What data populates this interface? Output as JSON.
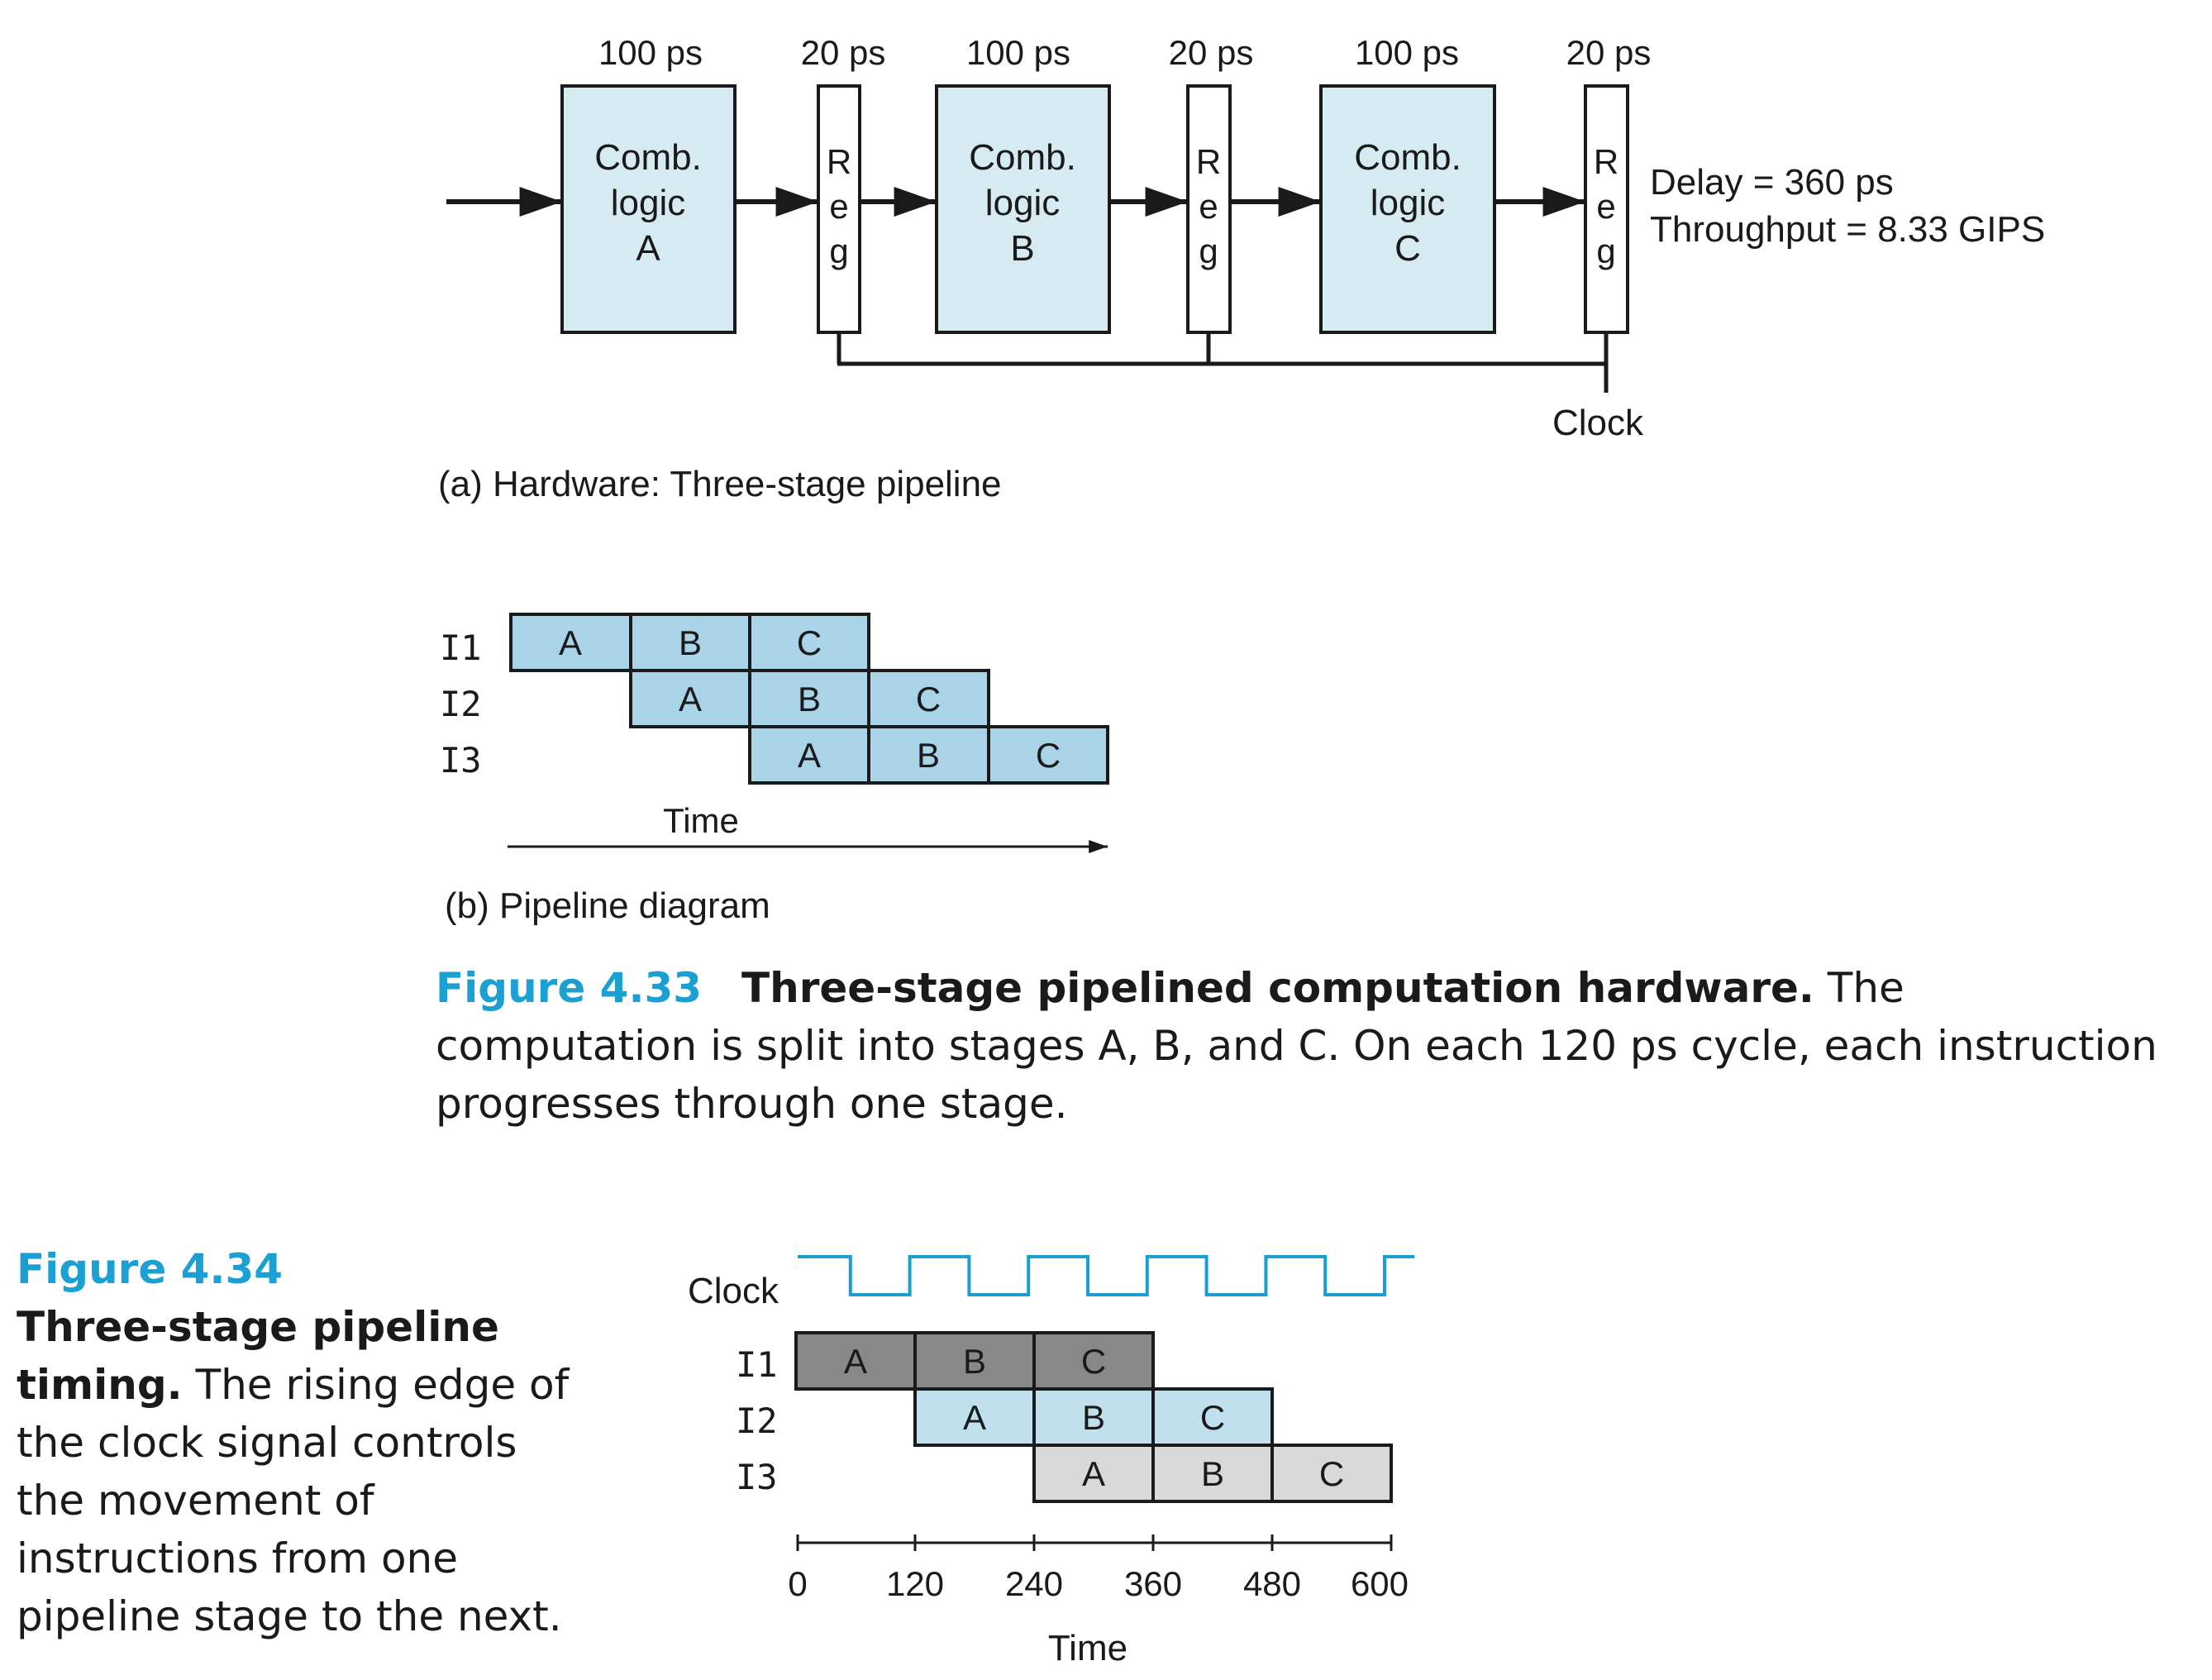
{
  "fig433": {
    "hardware": {
      "stage_delays": [
        "100 ps",
        "20 ps",
        "100 ps",
        "20 ps",
        "100 ps",
        "20 ps"
      ],
      "logic_blocks": [
        {
          "lines": [
            "Comb.",
            "logic",
            "A"
          ]
        },
        {
          "lines": [
            "Comb.",
            "logic",
            "B"
          ]
        },
        {
          "lines": [
            "Comb.",
            "logic",
            "C"
          ]
        }
      ],
      "reg_letters": [
        "R",
        "e",
        "g"
      ],
      "delay_text": "Delay = 360 ps",
      "throughput_text": "Throughput = 8.33 GIPS",
      "clock_label": "Clock",
      "subcaption": "(a) Hardware: Three-stage pipeline"
    },
    "diagram": {
      "instructions": [
        "I1",
        "I2",
        "I3"
      ],
      "stages": [
        "A",
        "B",
        "C"
      ],
      "time_label": "Time",
      "subcaption": "(b) Pipeline diagram"
    },
    "caption": {
      "number": "Figure 4.33",
      "title": "Three-stage pipelined computation hardware.",
      "text": " The computation is split into stages A, B, and C. On each 120 ps cycle, each instruction progresses through one stage."
    }
  },
  "fig434": {
    "caption": {
      "number": "Figure 4.34",
      "title": "Three-stage pipeline timing.",
      "text": " The rising edge of the clock signal controls the movement of instructions from one pipeline stage to the next."
    },
    "clock_label": "Clock",
    "time_label": "Time",
    "instructions": [
      "I1",
      "I2",
      "I3"
    ],
    "stages": [
      "A",
      "B",
      "C"
    ],
    "row_colors": [
      "#888888",
      "#bfe0ec",
      "#d9d9d9"
    ],
    "clock_color": "#1a9fd0",
    "axis_ticks": [
      "0",
      "120",
      "240",
      "360",
      "480",
      "600"
    ]
  },
  "colors": {
    "block_fill": "#d6eaf2",
    "diagram_fill": "#a9d3e6",
    "caption_blue": "#1aa0d2"
  }
}
